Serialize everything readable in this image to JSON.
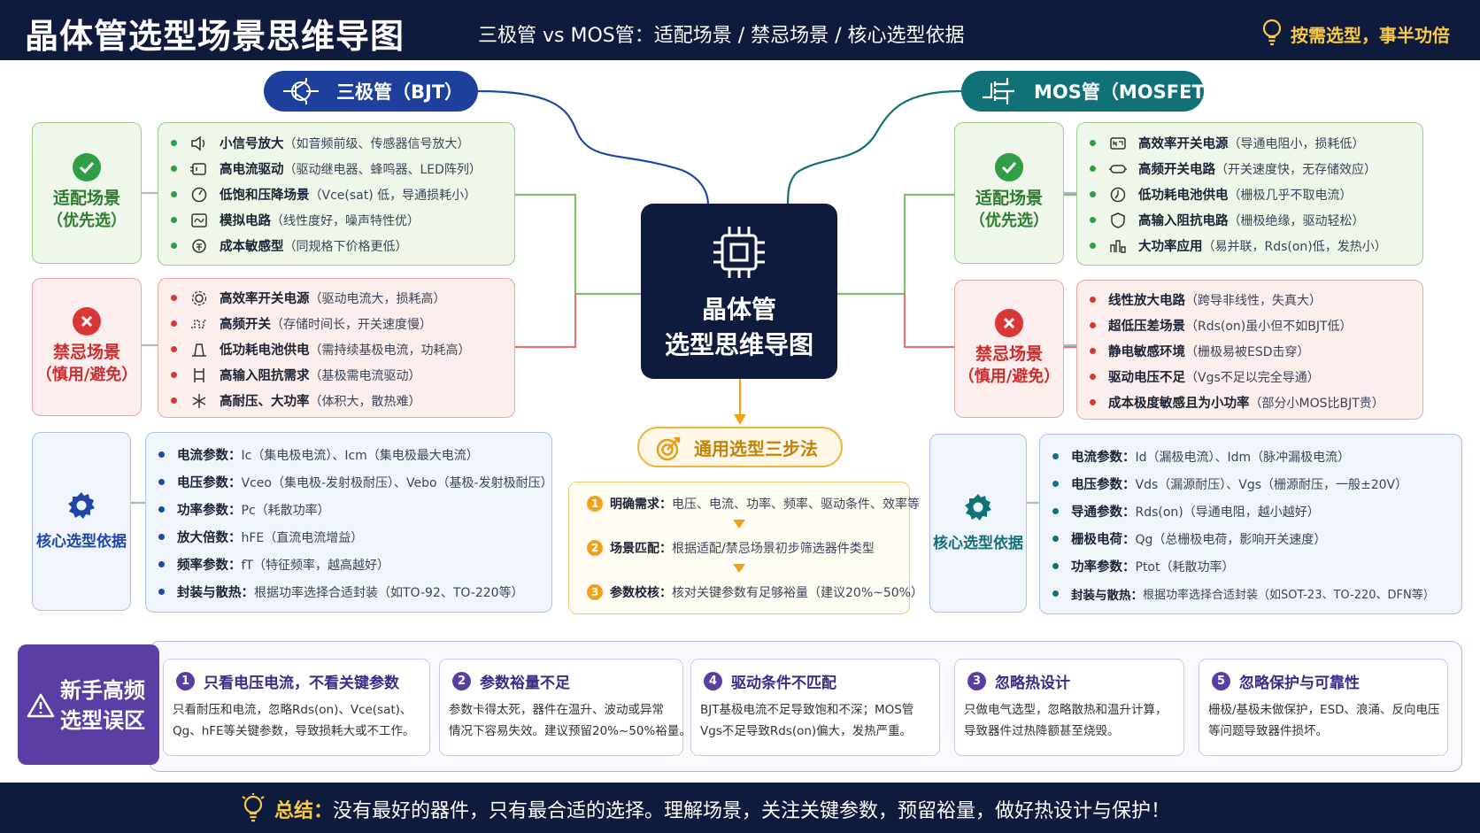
{
  "header": {
    "title": "晶体管选型场景思维导图",
    "subtitle": "三极管 vs MOS管：适配场景 / 禁忌场景 / 核心选型依据",
    "slogan": "按需选型，事半功倍"
  },
  "center": {
    "line1": "晶体管",
    "line2": "选型思维导图"
  },
  "bjt": {
    "title": "三极管（BJT）",
    "fit": {
      "label": "适配场景",
      "sub": "（优先选）",
      "items": [
        {
          "k": "小信号放大",
          "d": "（如音频前级、传感器信号放大）",
          "icon": "speaker-icon"
        },
        {
          "k": "高电流驱动",
          "d": "（驱动继电器、蜂鸣器、LED阵列）",
          "icon": "relay-icon"
        },
        {
          "k": "低饱和压降场景",
          "d": "（Vce(sat) 低，导通损耗小）",
          "icon": "gauge-icon"
        },
        {
          "k": "模拟电路",
          "d": "（线性度好，噪声特性优）",
          "icon": "waveform-icon"
        },
        {
          "k": "成本敏感型",
          "d": "（同规格下价格更低）",
          "icon": "coin-icon"
        }
      ]
    },
    "avoid": {
      "label": "禁忌场景",
      "sub": "（慎用/避免）",
      "items": [
        {
          "k": "高效率开关电源",
          "d": "（驱动电流大，损耗高）",
          "icon": "gear-icon"
        },
        {
          "k": "高频开关",
          "d": "（存储时间长，开关速度慢）",
          "icon": "pulse-icon"
        },
        {
          "k": "低功耗电池供电",
          "d": "（需持续基极电流，功耗高）",
          "icon": "battery-icon"
        },
        {
          "k": "高输入阻抗需求",
          "d": "（基极需电流驱动）",
          "icon": "resistor-icon"
        },
        {
          "k": "高耐压、大功率",
          "d": "（体积大，散热难）",
          "icon": "heat-icon"
        }
      ]
    },
    "basis": {
      "label": "核心选型依据",
      "items": [
        {
          "k": "电流参数：",
          "d": "Ic（集电极电流）、Icm（集电极最大电流）"
        },
        {
          "k": "电压参数：",
          "d": "Vceo（集电极-发射极耐压）、Vebo（基极-发射极耐压）"
        },
        {
          "k": "功率参数：",
          "d": "Pc（耗散功率）"
        },
        {
          "k": "放大倍数：",
          "d": "hFE（直流电流增益）"
        },
        {
          "k": "频率参数：",
          "d": "fT（特征频率，越高越好）"
        },
        {
          "k": "封装与散热：",
          "d": "根据功率选择合适封装（如TO-92、TO-220等）"
        }
      ]
    }
  },
  "mos": {
    "title": "MOS管（MOSFET）",
    "fit": {
      "label": "适配场景",
      "sub": "（优先选）",
      "items": [
        {
          "k": "高效率开关电源",
          "d": "（导通电阻小，损耗低）",
          "icon": "psu-icon"
        },
        {
          "k": "高频开关电路",
          "d": "（开关速度快，无存储效应）",
          "icon": "switch-icon"
        },
        {
          "k": "低功耗电池供电",
          "d": "（栅极几乎不取电流）",
          "icon": "clock-icon"
        },
        {
          "k": "高输入阻抗电路",
          "d": "（栅极绝缘，驱动轻松）",
          "icon": "shield-icon"
        },
        {
          "k": "大功率应用",
          "d": "（易并联，Rds(on)低，发热小）",
          "icon": "power-icon"
        }
      ]
    },
    "avoid": {
      "label": "禁忌场景",
      "sub": "（慎用/避免）",
      "items": [
        {
          "k": "线性放大电路",
          "d": "（跨导非线性，失真大）"
        },
        {
          "k": "超低压差场景",
          "d": "（Rds(on)虽小但不如BJT低）"
        },
        {
          "k": "静电敏感环境",
          "d": "（栅极易被ESD击穿）"
        },
        {
          "k": "驱动电压不足",
          "d": "（Vgs不足以完全导通）"
        },
        {
          "k": "成本极度敏感且为小功率",
          "d": "（部分小MOS比BJT贵）"
        }
      ]
    },
    "basis": {
      "label": "核心选型依据",
      "items": [
        {
          "k": "电流参数：",
          "d": "Id（漏极电流）、Idm（脉冲漏极电流）"
        },
        {
          "k": "电压参数：",
          "d": "Vds（漏源耐压）、Vgs（栅源耐压，一般±20V）"
        },
        {
          "k": "导通参数：",
          "d": "Rds(on)（导通电阻，越小越好）"
        },
        {
          "k": "栅极电荷：",
          "d": "Qg（总栅极电荷，影响开关速度）"
        },
        {
          "k": "功率参数：",
          "d": "Ptot（耗散功率）"
        },
        {
          "k": "封装与散热：",
          "d": "根据功率选择合适封装（如SOT-23、TO-220、DFN等）"
        }
      ]
    }
  },
  "steps": {
    "title": "通用选型三步法",
    "items": [
      {
        "n": "1",
        "k": "明确需求：",
        "d": "电压、电流、功率、频率、驱动条件、效率等"
      },
      {
        "n": "2",
        "k": "场景匹配：",
        "d": "根据适配/禁忌场景初步筛选器件类型"
      },
      {
        "n": "3",
        "k": "参数校核：",
        "d": "核对关键参数有足够裕量（建议20%~50%）"
      }
    ]
  },
  "mistakes": {
    "label1": "新手高频",
    "label2": "选型误区",
    "items": [
      {
        "n": "1",
        "title": "只看电压电流，不看关键参数",
        "l1": "只看耐压和电流，忽略Rds(on)、Vce(sat)、",
        "l2": "Qg、hFE等关键参数，导致损耗大或不工作。"
      },
      {
        "n": "2",
        "title": "参数裕量不足",
        "l1": "参数卡得太死，器件在温升、波动或异常",
        "l2": "情况下容易失效。建议预留20%~50%裕量。"
      },
      {
        "n": "4",
        "title": "驱动条件不匹配",
        "l1": "BJT基极电流不足导致饱和不深；MOS管",
        "l2": "Vgs不足导致Rds(on)偏大，发热严重。"
      },
      {
        "n": "3",
        "title": "忽略热设计",
        "l1": "只做电气选型，忽略散热和温升计算，",
        "l2": "导致器件过热降额甚至烧毁。"
      },
      {
        "n": "5",
        "title": "忽略保护与可靠性",
        "l1": "栅极/基极未做保护，ESD、浪涌、反向电压",
        "l2": "等问题导致器件损坏。"
      }
    ]
  },
  "footer": {
    "key": "总结：",
    "text": "没有最好的器件，只有最合适的选择。理解场景，关注关键参数，预留裕量，做好热设计与保护！"
  },
  "colors": {
    "navy": "#0f1b3d",
    "bjt_blue": "#1e3f9c",
    "mos_teal": "#107277",
    "green": "#2f7d32",
    "red": "#cc2e2e",
    "amber": "#f0a31a",
    "purple": "#5b3ea4",
    "gold": "#f7c948"
  }
}
